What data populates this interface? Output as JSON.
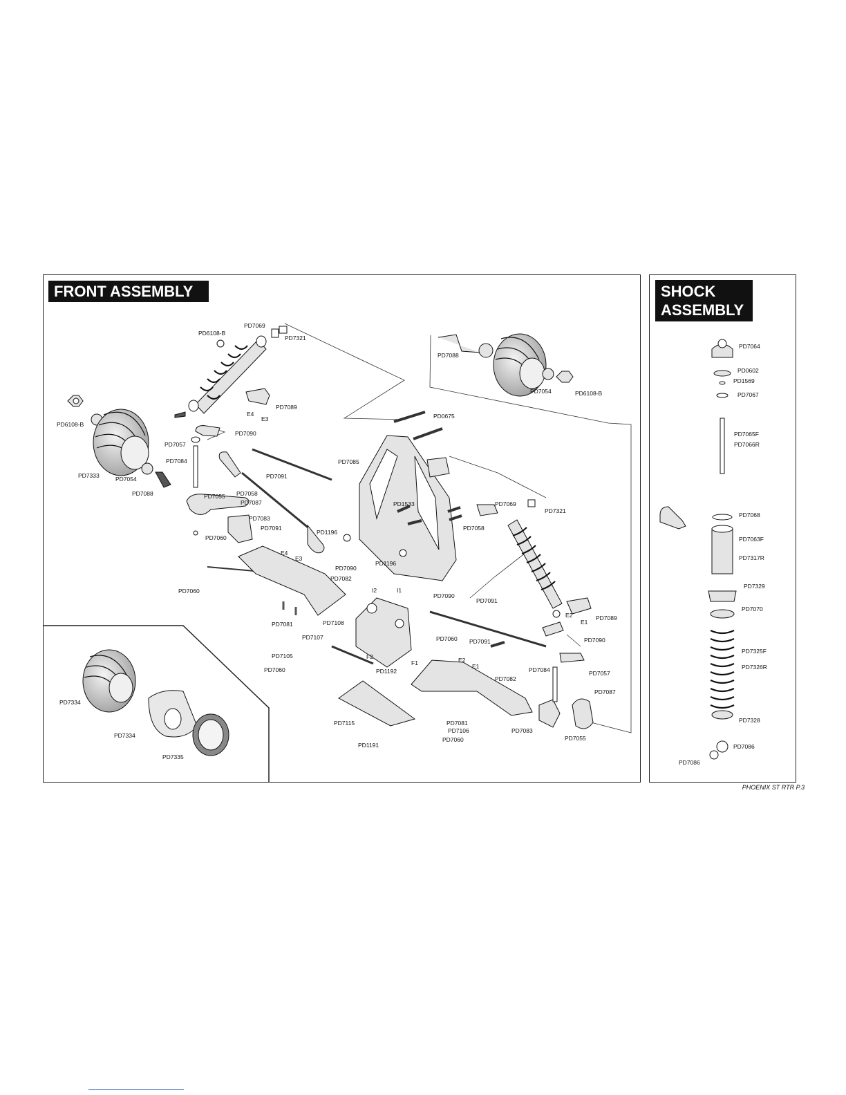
{
  "headings": {
    "front": "FRONT ASSEMBLY",
    "shock_line1": "SHOCK",
    "shock_line2": "ASSEMBLY"
  },
  "footer": "PHOENIX ST RTR P.3",
  "labels": {
    "pd7069_a": "PD7069",
    "pd6108b_a": "PD6108-B",
    "pd7321_a": "PD7321",
    "pd7089_a": "PD7089",
    "e4_a": "E4",
    "e3_a": "E3",
    "pd6108b_b": "PD6108-B",
    "pd7090_a": "PD7090",
    "pd7057_a": "PD7057",
    "pd7084_a": "PD7084",
    "pd7333_a": "PD7333",
    "pd7054_a": "PD7054",
    "pd7088_a": "PD7088",
    "pd7055_a": "PD7055",
    "pd7058_a": "PD7058",
    "pd7087_a": "PD7087",
    "pd7091_a": "PD7091",
    "pd7083_a": "PD7083",
    "pd7091_b": "PD7091",
    "pd7060_a": "PD7060",
    "e4_b": "E4",
    "e3_b": "E3",
    "pd7090_b": "PD7090",
    "pd7082_a": "PD7082",
    "pd7060_b": "PD7060",
    "pd7081_a": "PD7081",
    "pd7088_b": "PD7088",
    "pd7054_b": "PD7054",
    "pd6108b_c": "PD6108-B",
    "pd0675": "PD0675",
    "pd7085": "PD7085",
    "pd1533": "PD1533",
    "pd1196_a": "PD1196",
    "pd1196_b": "PD1196",
    "pd7069_b": "PD7069",
    "pd7321_b": "PD7321",
    "pd7058_b": "PD7058",
    "i2": "I2",
    "i1": "I1",
    "pd7090_c": "PD7090",
    "pd7091_c": "PD7091",
    "e2_a": "E2",
    "e1_a": "E1",
    "pd7089_b": "PD7089",
    "pd7108": "PD7108",
    "pd7107": "PD7107",
    "pd7060_c": "PD7060",
    "pd7091_d": "PD7091",
    "pd7090_d": "PD7090",
    "pd7105": "PD7105",
    "pd7060_d": "PD7060",
    "f2": "F2",
    "pd1192": "PD1192",
    "f1": "F1",
    "e2_b": "E2",
    "e1_b": "E1",
    "pd7082_b": "PD7082",
    "pd7084_b": "PD7084",
    "pd7057_b": "PD7057",
    "pd7087_b": "PD7087",
    "pd7115": "PD7115",
    "pd7081_b": "PD7081",
    "pd7106": "PD7106",
    "pd7060_e": "PD7060",
    "pd7083_b": "PD7083",
    "pd7055_b": "PD7055",
    "pd1191": "PD1191",
    "pd7334_a": "PD7334",
    "pd7334_b": "PD7334",
    "pd7335": "PD7335",
    "s_pd7064": "PD7064",
    "s_pd0602": "PD0602",
    "s_pd1569": "PD1569",
    "s_pd7067": "PD7067",
    "s_pd7065f": "PD7065F",
    "s_pd7066r": "PD7066R",
    "s_pd7068": "PD7068",
    "s_pd7063f": "PD7063F",
    "s_pd7317r": "PD7317R",
    "s_pd7329": "PD7329",
    "s_pd7070": "PD7070",
    "s_pd7325f": "PD7325F",
    "s_pd7326r": "PD7326R",
    "s_pd7328": "PD7328",
    "s_pd7086_a": "PD7086",
    "s_pd7086_b": "PD7086"
  },
  "colors": {
    "ink": "#111111",
    "part_fill": "#e4e4e4",
    "dark_fill": "#555555"
  }
}
